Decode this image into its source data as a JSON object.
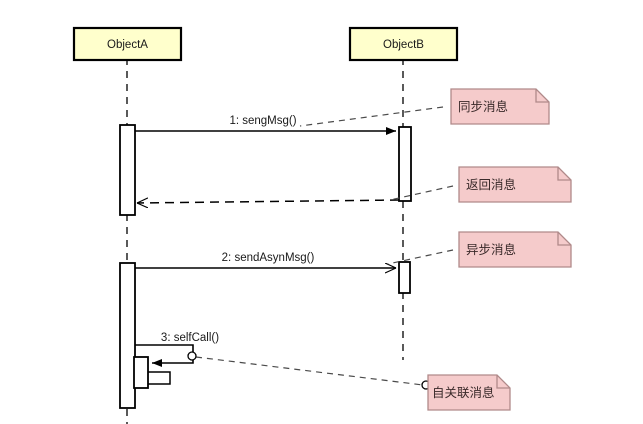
{
  "diagram": {
    "kind": "uml-sequence-diagram",
    "background_color": "#ffffff",
    "lifeline_fill": "#ffffcc",
    "lifeline_stroke": "#000000",
    "note_fill": "#f5cbcb",
    "note_stroke": "#b08a8a",
    "line_color": "#000000"
  },
  "lifelines": [
    {
      "id": "objectA",
      "label": "ObjectA"
    },
    {
      "id": "objectB",
      "label": "ObjectB"
    }
  ],
  "messages": [
    {
      "id": "msg1",
      "label": "1: sengMsg()",
      "kind": "synchronous"
    },
    {
      "id": "msg2",
      "label": "2: sendAsynMsg()",
      "kind": "asynchronous"
    },
    {
      "id": "msg3",
      "label": "3: selfCall()",
      "kind": "self-call"
    }
  ],
  "notes": [
    {
      "id": "note-sync",
      "label": "同步消息"
    },
    {
      "id": "note-return",
      "label": "返回消息"
    },
    {
      "id": "note-async",
      "label": "异步消息"
    },
    {
      "id": "note-self",
      "label": "自关联消息"
    }
  ]
}
